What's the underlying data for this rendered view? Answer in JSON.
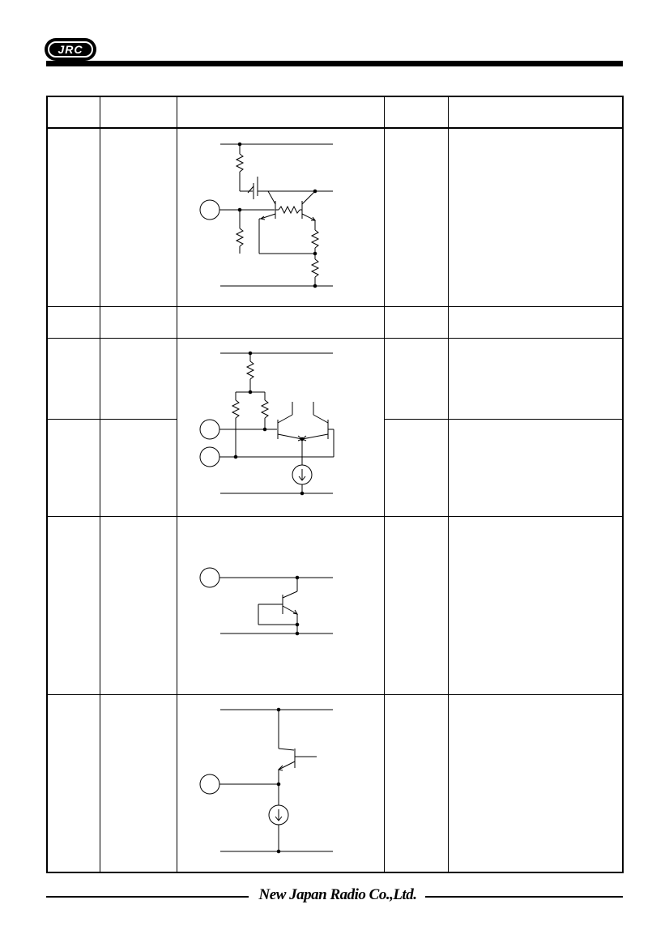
{
  "header": {
    "logo_text": "JRC"
  },
  "footer": {
    "company": "New Japan Radio Co.,Ltd."
  },
  "schematics": [
    {
      "name": "schematic-1",
      "icon": "circuit-diagram-icon"
    },
    {
      "name": "schematic-2",
      "icon": "circuit-diagram-icon"
    },
    {
      "name": "schematic-3",
      "icon": "circuit-diagram-icon"
    },
    {
      "name": "schematic-4",
      "icon": "circuit-diagram-icon"
    }
  ]
}
